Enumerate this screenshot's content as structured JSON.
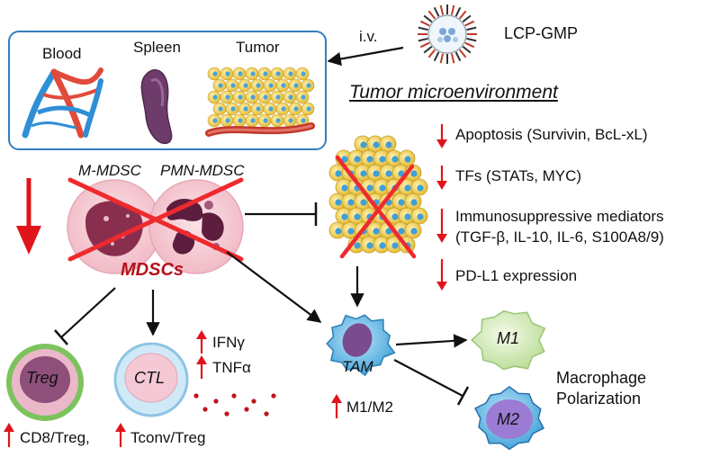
{
  "nanoparticle": {
    "label": "LCP-GMP",
    "route": "i.v."
  },
  "organs": {
    "blood": "Blood",
    "spleen": "Spleen",
    "tumor": "Tumor"
  },
  "tme": {
    "title": "Tumor microenvironment",
    "items": [
      {
        "line1": "Apoptosis (Survivin, BcL-xL)"
      },
      {
        "line1": "TFs (STATs, MYC)"
      },
      {
        "line1": "Immunosuppressive mediators",
        "line2": "(TGF-β, IL-10, IL-6, S100A8/9)"
      },
      {
        "line1": "PD-L1 expression"
      }
    ]
  },
  "mdsc": {
    "m_label": "M-MDSC",
    "pmn_label": "PMN-MDSC",
    "group_label": "MDSCs"
  },
  "cells": {
    "treg": "Treg",
    "ctl": "CTL",
    "tam": "TAM",
    "m1": "M1",
    "m2": "M2"
  },
  "cytokines": [
    "IFNγ",
    "TNFα"
  ],
  "ratios": {
    "cd8_treg": "CD8/Treg,",
    "tconv_treg": "Tconv/Treg",
    "m1_m2": "M1/M2"
  },
  "macrophage": {
    "line1": "Macrophage",
    "line2": "Polarization"
  },
  "colors": {
    "accent_red": "#e0141b",
    "box_border": "#2f7fc1",
    "mdsc_label": "#b5121b"
  }
}
